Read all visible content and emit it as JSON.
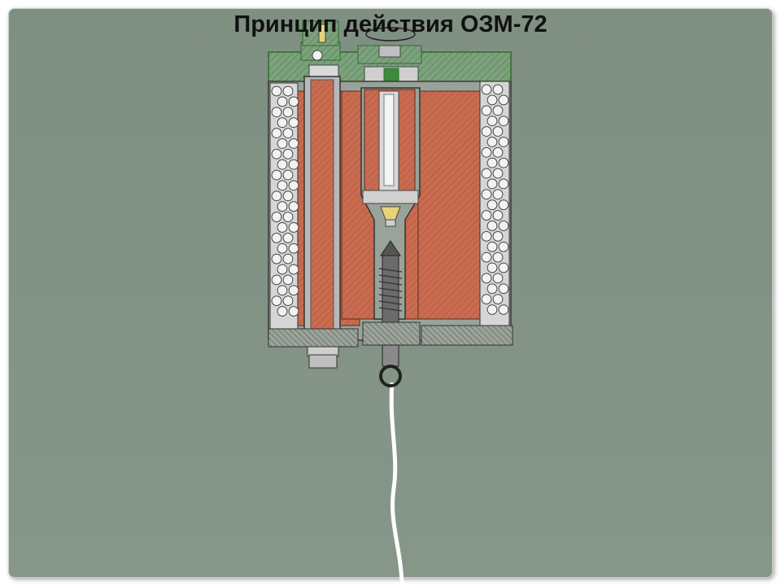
{
  "slide": {
    "title": "Принцип действия ОЗМ-72"
  },
  "colors": {
    "background": "#85958a",
    "body_green": "#3c8a3c",
    "explosive": "#c96b4f",
    "metal": "#bfbfbf",
    "ball": "#f2f2f2",
    "wire": "#ffffff"
  },
  "icons": {
    "mine": "mine-cross-section",
    "pin_ring": "pull-ring-icon",
    "wire": "tripwire"
  }
}
